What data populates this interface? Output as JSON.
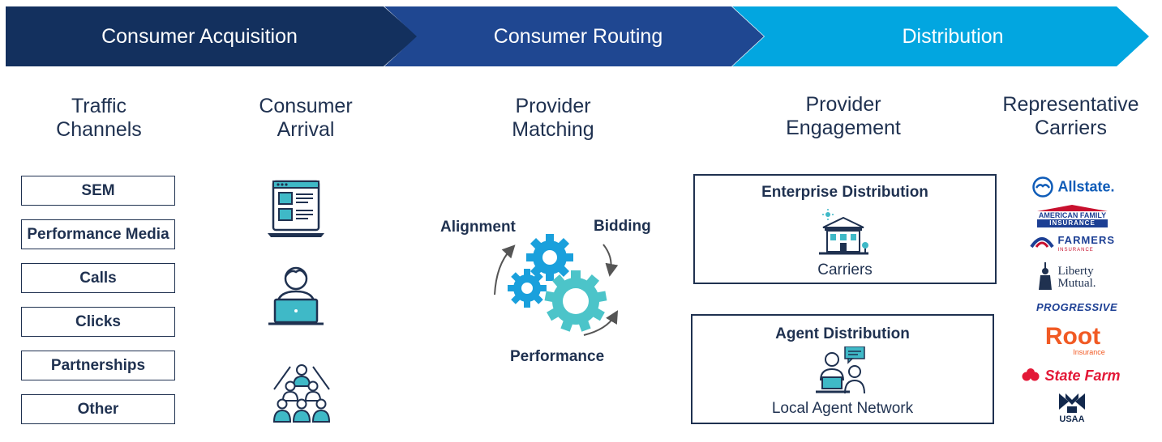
{
  "banner": {
    "stages": [
      {
        "label": "Consumer Acquisition"
      },
      {
        "label": "Consumer Routing"
      },
      {
        "label": "Distribution"
      }
    ]
  },
  "columns": {
    "traffic": {
      "line1": "Traffic",
      "line2": "Channels"
    },
    "arrival": {
      "line1": "Consumer",
      "line2": "Arrival"
    },
    "matching": {
      "line1": "Provider",
      "line2": "Matching"
    },
    "engagement": {
      "line1": "Provider",
      "line2": "Engagement"
    },
    "carriers": {
      "line1": "Representative",
      "line2": "Carriers"
    }
  },
  "traffic_channels": [
    "SEM",
    "Performance Media",
    "Calls",
    "Clicks",
    "Partnerships",
    "Other"
  ],
  "matching": {
    "alignment": "Alignment",
    "bidding": "Bidding",
    "performance": "Performance"
  },
  "engagement": {
    "enterprise": {
      "title": "Enterprise Distribution",
      "subtitle": "Carriers"
    },
    "agent": {
      "title": "Agent Distribution",
      "subtitle": "Local Agent Network"
    }
  },
  "carrier_logos": {
    "allstate": "Allstate.",
    "american_family_1": "AMERICAN FAMILY",
    "american_family_2": "INSURANCE",
    "farmers_1": "FARMERS",
    "farmers_2": "INSURANCE",
    "liberty_1": "Liberty",
    "liberty_2": "Mutual.",
    "progressive": "PROGRESSIVE",
    "root_1": "Root",
    "root_2": "Insurance",
    "statefarm": "State Farm",
    "usaa": "USAA"
  },
  "colors": {
    "navy": "#13305e",
    "royal": "#1f4791",
    "sky": "#02a6e0",
    "text": "#1f3150",
    "icon_teal": "#3fb9c7"
  }
}
